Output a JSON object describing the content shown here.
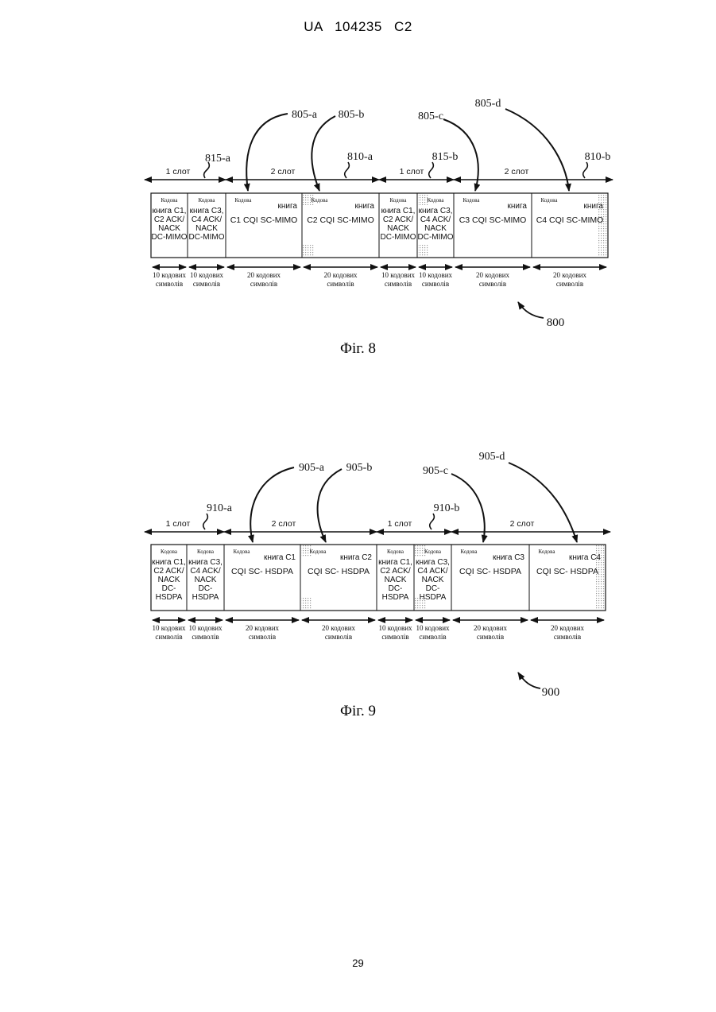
{
  "header": {
    "text": "UA   104235   C2"
  },
  "page_number": "29",
  "figures": [
    {
      "caption": "Фіг. 8",
      "ref": "800",
      "callouts": {
        "a": "805-a",
        "b": "805-b",
        "c": "805-c",
        "d": "805-d"
      },
      "markers": {
        "m1": "815-a",
        "m2": "810-a",
        "m3": "815-b",
        "m4": "810-b"
      },
      "slots": [
        "1 слот",
        "2 слот",
        "1 слот",
        "2 слот"
      ],
      "cells": [
        {
          "top": "Кодова",
          "lines": [
            "книга C1,",
            "C2 ACK/",
            "NACK",
            "DC-MIMO"
          ]
        },
        {
          "top": "Кодова",
          "lines": [
            "книга C3,",
            "C4 ACK/",
            "NACK",
            "DC-MIMO"
          ]
        },
        {
          "top": "Кодова",
          "right": "книга",
          "lines": [
            "C1 CQI SC-MIMO"
          ]
        },
        {
          "top": "Кодова",
          "right": "книга",
          "lines": [
            "C2 CQI SC-MIMO"
          ]
        },
        {
          "top": "Кодова",
          "lines": [
            "книга C1,",
            "C2 ACK/",
            "NACK",
            "DC-MIMO"
          ]
        },
        {
          "top": "Кодова",
          "lines": [
            "книга C3,",
            "C4 ACK/",
            "NACK",
            "DC-MIMO"
          ]
        },
        {
          "top": "Кодова",
          "right": "книга",
          "lines": [
            "C3 CQI SC-MIMO"
          ]
        },
        {
          "top": "Кодова",
          "right": "книга",
          "lines": [
            "C4 CQI SC-MIMO"
          ]
        }
      ],
      "durations": [
        [
          "10 кодових",
          "символів"
        ],
        [
          "10 кодових",
          "символів"
        ],
        [
          "20 кодових",
          "символів"
        ],
        [
          "20 кодових",
          "символів"
        ],
        [
          "10 кодових",
          "символів"
        ],
        [
          "10 кодових",
          "символів"
        ],
        [
          "20 кодових",
          "символів"
        ],
        [
          "20 кодових",
          "символів"
        ]
      ]
    },
    {
      "caption": "Фіг. 9",
      "ref": "900",
      "callouts": {
        "a": "905-a",
        "b": "905-b",
        "c": "905-c",
        "d": "905-d"
      },
      "markers": {
        "m1": "910-a",
        "m3": "910-b"
      },
      "slots": [
        "1 слот",
        "2 слот",
        "1 слот",
        "2 слот"
      ],
      "cells": [
        {
          "top": "Кодова",
          "lines": [
            "книга C1,",
            "C2 ACK/",
            "NACK",
            "DC-",
            "HSDPA"
          ]
        },
        {
          "top": "Кодова",
          "lines": [
            "книга C3,",
            "C4 ACK/",
            "NACK",
            "DC-",
            "HSDPA"
          ]
        },
        {
          "top": "Кодова",
          "right": "книга C1",
          "lines": [
            "CQI SC- HSDPA"
          ]
        },
        {
          "top": "Кодова",
          "right": "книга C2",
          "lines": [
            "CQI SC- HSDPA"
          ]
        },
        {
          "top": "Кодова",
          "lines": [
            "книга C1,",
            "C2 ACK/",
            "NACK",
            "DC-",
            "HSDPA"
          ]
        },
        {
          "top": "Кодова",
          "lines": [
            "книга C3,",
            "C4 ACK/",
            "NACK",
            "DC-",
            "HSDPA"
          ]
        },
        {
          "top": "Кодова",
          "right": "книга C3",
          "lines": [
            "CQI SC- HSDPA"
          ]
        },
        {
          "top": "Кодова",
          "right": "книга C4",
          "lines": [
            "CQI SC- HSDPA"
          ]
        }
      ],
      "durations": [
        [
          "10 кодових",
          "символів"
        ],
        [
          "10 кодових",
          "символів"
        ],
        [
          "20 кодових",
          "символів"
        ],
        [
          "20 кодових",
          "символів"
        ],
        [
          "10 кодових",
          "символів"
        ],
        [
          "10 кодових",
          "символів"
        ],
        [
          "20 кодових",
          "символів"
        ],
        [
          "20 кодових",
          "символів"
        ]
      ]
    }
  ]
}
